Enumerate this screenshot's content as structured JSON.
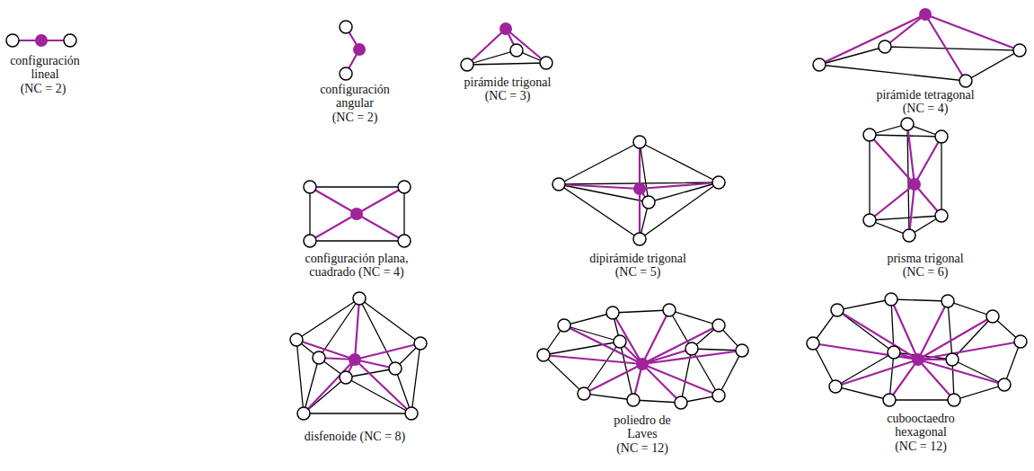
{
  "diagram": {
    "labels": [
      "configuración lineal",
      "(NC = 2)",
      "configuración angular",
      "(NC = 2)",
      "pirámide trigonal",
      "(NC = 3)",
      "pirámide tetragonal",
      "(NC = 4)",
      "configuración plana, cuadrado (NC = 4)",
      "dipirámide trigonal",
      "(NC = 5)",
      "prisma trigonal",
      "(NC = 6)",
      "disfenoide (NC = 8)",
      "poliedro de Laves",
      "(NC = 12)",
      "cubooctaedro hexagonal",
      "(NC = 12)"
    ]
  }
}
